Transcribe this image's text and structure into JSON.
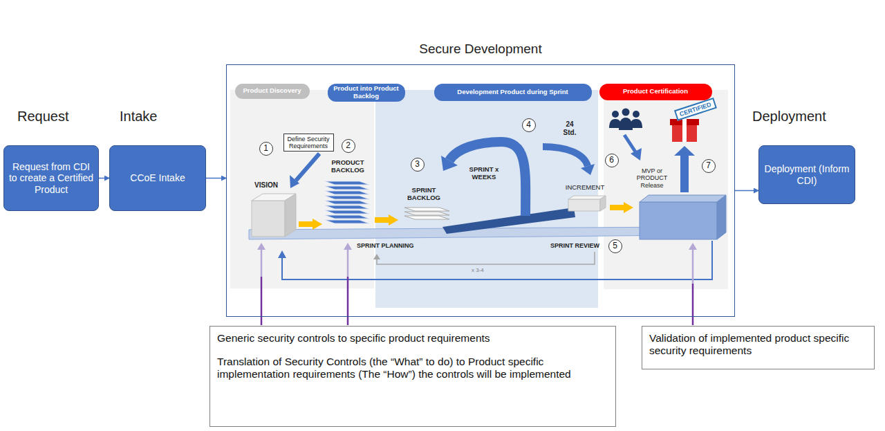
{
  "diagram": {
    "nodes": [
      {
        "text": [
          "Request from CDI to create a Certified Product"
        ]
      },
      {
        "text": [
          "CCoE Intake"
        ]
      },
      {
        "text": [
          "Secure Development"
        ]
      },
      {
        "text": [
          "Product Discovery"
        ],
        "in": 2
      },
      {
        "text": [
          "Product into Product Backlog"
        ],
        "in": 2
      },
      {
        "text": [
          "Development Product during Sprint"
        ],
        "in": 2
      },
      {
        "text": [
          "Product Certification"
        ],
        "in": 2
      },
      {
        "text": [
          "Define Security Requirements"
        ],
        "in": 2
      },
      {
        "text": [
          "1"
        ],
        "in": 2
      },
      {
        "text": [
          "2"
        ],
        "in": 2
      },
      {
        "text": [
          "3"
        ],
        "in": 2
      },
      {
        "text": [
          "4"
        ],
        "in": 2
      },
      {
        "text": [
          "5"
        ],
        "in": 2
      },
      {
        "text": [
          "6"
        ],
        "in": 2
      },
      {
        "text": [
          "7"
        ],
        "in": 2
      },
      {
        "text": [
          "Deployment (Inform CDI)"
        ]
      },
      {
        "text": [
          "Generic security controls to specific product requirements",
          "Translation of Security Controls (the “What” to do) to Product specific implementation requirements (The “How”) the controls will be implemented"
        ]
      },
      {
        "text": [
          "Validation of implemented product specific security requirements"
        ]
      }
    ],
    "edges": [
      {
        "from": 0,
        "to": 1,
        "arrow": "to"
      },
      {
        "from": 1,
        "to": 2,
        "arrow": "to"
      },
      {
        "from": 2,
        "to": 15,
        "arrow": "to"
      }
    ],
    "labels": [
      "Request",
      "Intake",
      "Deployment",
      "VISION",
      "PRODUCT BACKLOG",
      "SPRINT BACKLOG",
      "SPRINT x WEEKS",
      "24 Std.",
      "INCREMENT",
      "SPRINT PLANNING",
      "SPRINT REVIEW",
      "x 3-4",
      "MVP or PRODUCT Release",
      "CERTIFIED"
    ]
  }
}
